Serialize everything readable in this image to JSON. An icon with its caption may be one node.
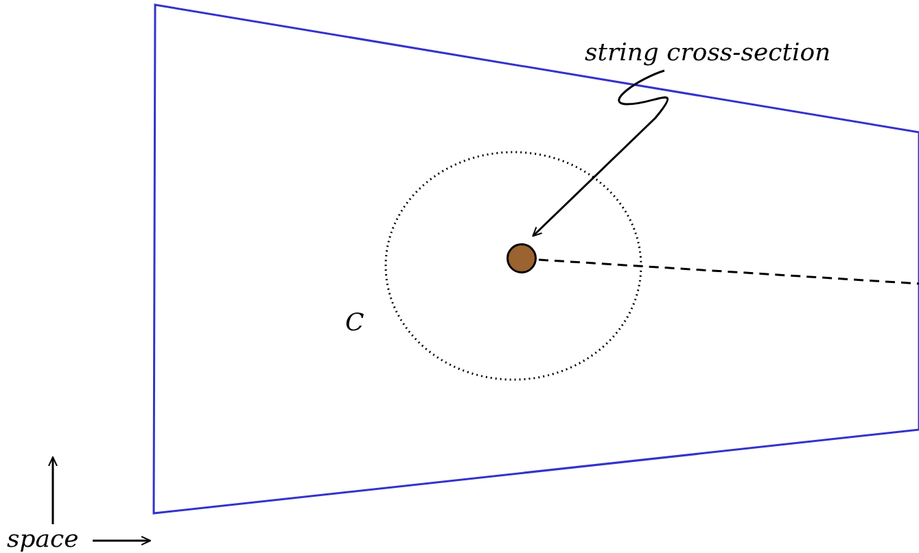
{
  "diagram": {
    "nodes": [
      {
        "text": [
          "string cross-section"
        ]
      },
      {
        "text": [],
        "shape": "circle"
      }
    ],
    "edges": [
      {
        "from": 0,
        "to": 1,
        "arrow": "to"
      }
    ],
    "labels": [
      "C",
      "space"
    ]
  }
}
